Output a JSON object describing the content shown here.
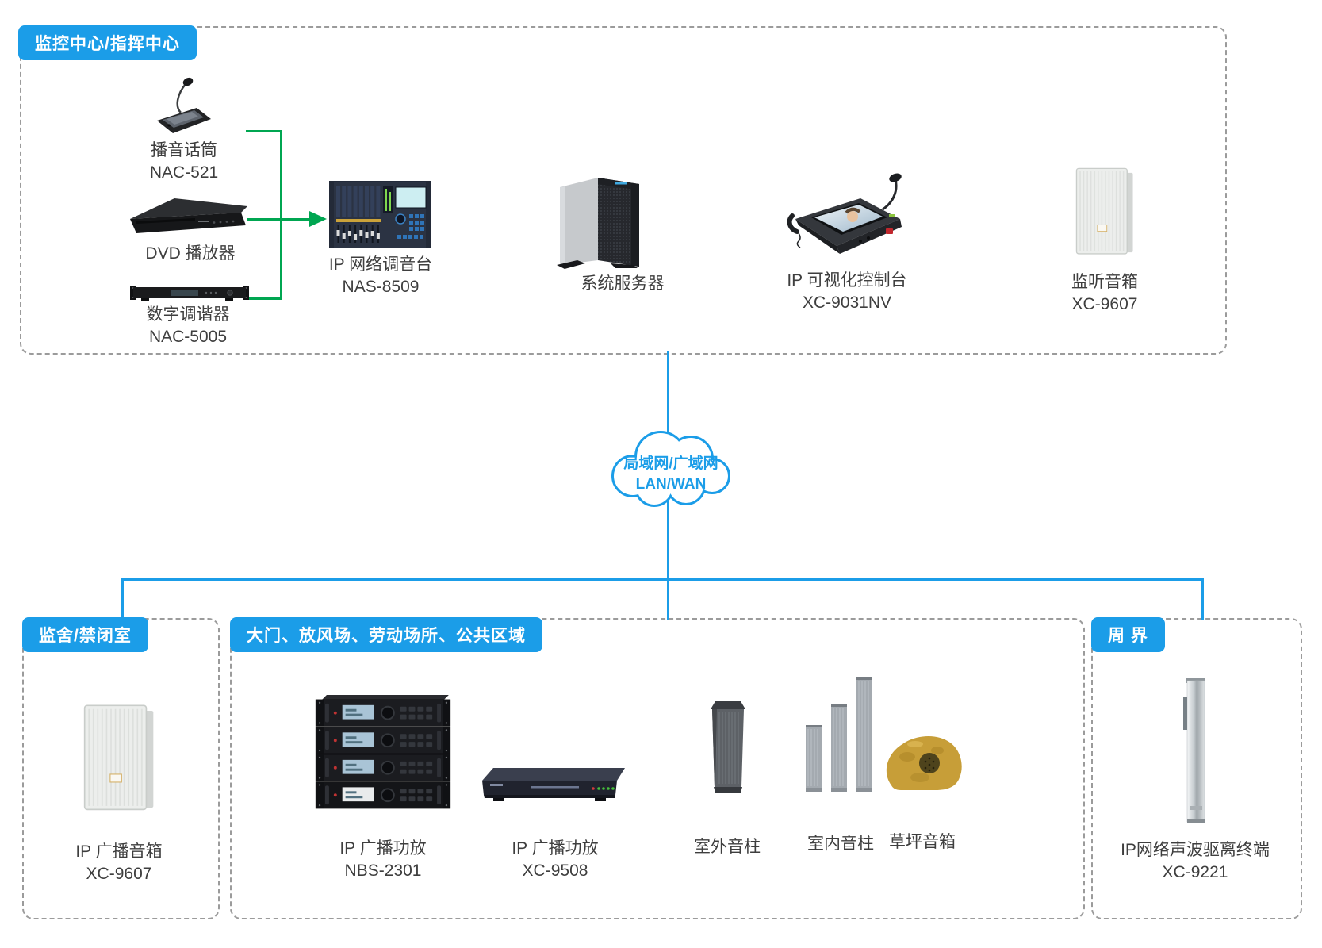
{
  "colors": {
    "accent_blue": "#1B9DE8",
    "connector_green": "#00A651",
    "dashed_border": "#9B9B9B",
    "caption_text": "#3E3E3E"
  },
  "zones": {
    "monitoring_center": {
      "label": "监控中心/指挥中心"
    },
    "cell_block": {
      "label": "监舍/禁闭室"
    },
    "public_area": {
      "label": "大门、放风场、劳动场所、公共区域"
    },
    "perimeter": {
      "label": "周 界"
    }
  },
  "network_cloud": {
    "line1": "局域网/广域网",
    "line2": "LAN/WAN"
  },
  "devices": {
    "broadcast_mic": {
      "name": "播音话筒",
      "model": "NAC-521"
    },
    "dvd_player": {
      "name": "DVD 播放器"
    },
    "digital_tuner": {
      "name": "数字调谐器",
      "model": "NAC-5005"
    },
    "network_mixer": {
      "name": "IP 网络调音台",
      "model": "NAS-8509"
    },
    "system_server": {
      "name": "系统服务器"
    },
    "visual_console": {
      "name": "IP 可视化控制台",
      "model": "XC-9031NV"
    },
    "monitor_speaker": {
      "name": "监听音箱",
      "model": "XC-9607"
    },
    "broadcast_speaker": {
      "name": "IP 广播音箱",
      "model": "XC-9607"
    },
    "amp_stack": {
      "name": "IP 广播功放",
      "model": "NBS-2301"
    },
    "network_amp": {
      "name": "IP 广播功放",
      "model": "XC-9508"
    },
    "outdoor_column_speaker": {
      "name": "室外音柱"
    },
    "indoor_column_speaker": {
      "name": "室内音柱"
    },
    "lawn_speaker": {
      "name": "草坪音箱"
    },
    "acoustic_deterrent": {
      "name": "IP网络声波驱离终端",
      "model": "XC-9221"
    }
  }
}
